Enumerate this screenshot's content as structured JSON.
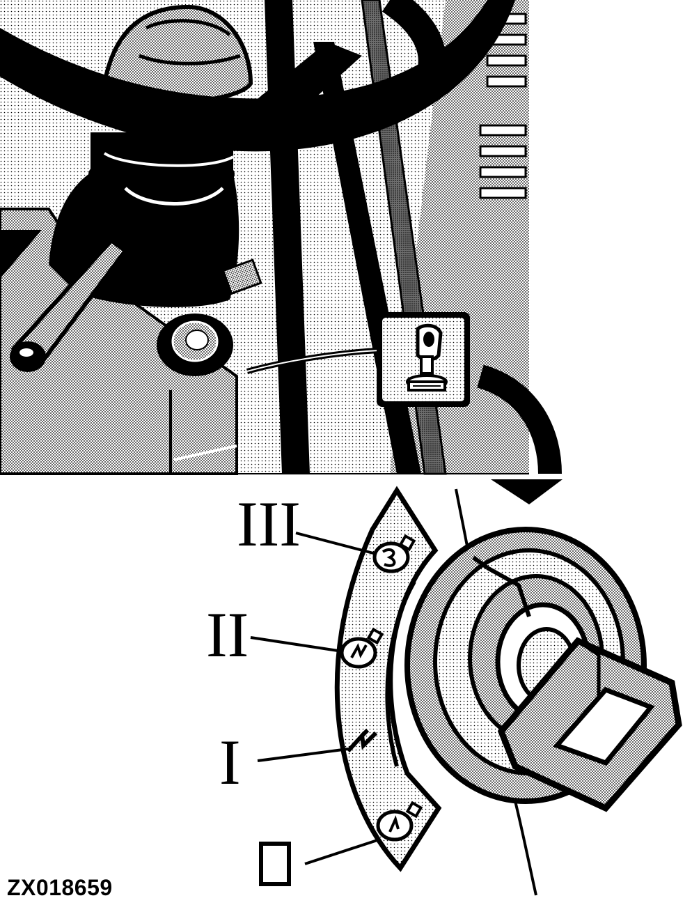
{
  "figure_id": "ZX018659",
  "positions": {
    "iii": "III",
    "ii": "II",
    "i": "I",
    "off": "0"
  },
  "icons": {
    "decal": "key-icon",
    "position_iii": "preheat-coil-icon",
    "position_ii": "start-lightning-bulb-icon",
    "position_i": "lightning-icon",
    "position_off": "off-bulb-icon"
  },
  "colors": {
    "ink": "#000000",
    "paper": "#ffffff",
    "halftone": "#bdbdbd"
  }
}
